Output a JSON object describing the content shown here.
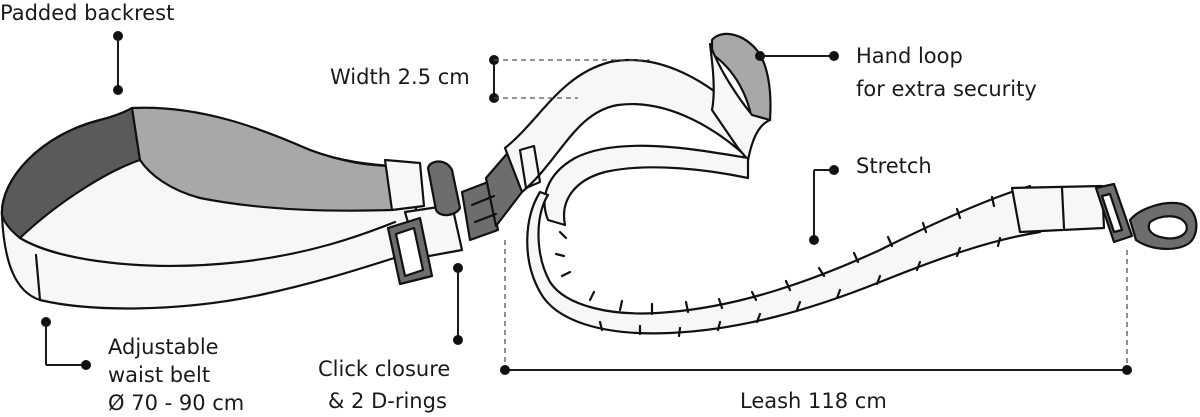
{
  "labels": {
    "padded_backrest": "Padded backrest",
    "width": "Width 2.5 cm",
    "hand_loop_line1": "Hand loop",
    "hand_loop_line2": "for extra security",
    "stretch": "Stretch",
    "waist_line1": "Adjustable",
    "waist_line2": "waist belt",
    "waist_line3": "Ø 70 - 90 cm",
    "click_line1": "Click closure",
    "click_line2": "& 2 D-rings",
    "leash": "Leash 118 cm"
  },
  "colors": {
    "dark_pad": "#5a5a5a",
    "mid_pad": "#a8a8a8",
    "webbing": "#f7f7f7",
    "hardware": "#6d6d6d",
    "outline": "#111111",
    "text": "#1a1a1a"
  }
}
